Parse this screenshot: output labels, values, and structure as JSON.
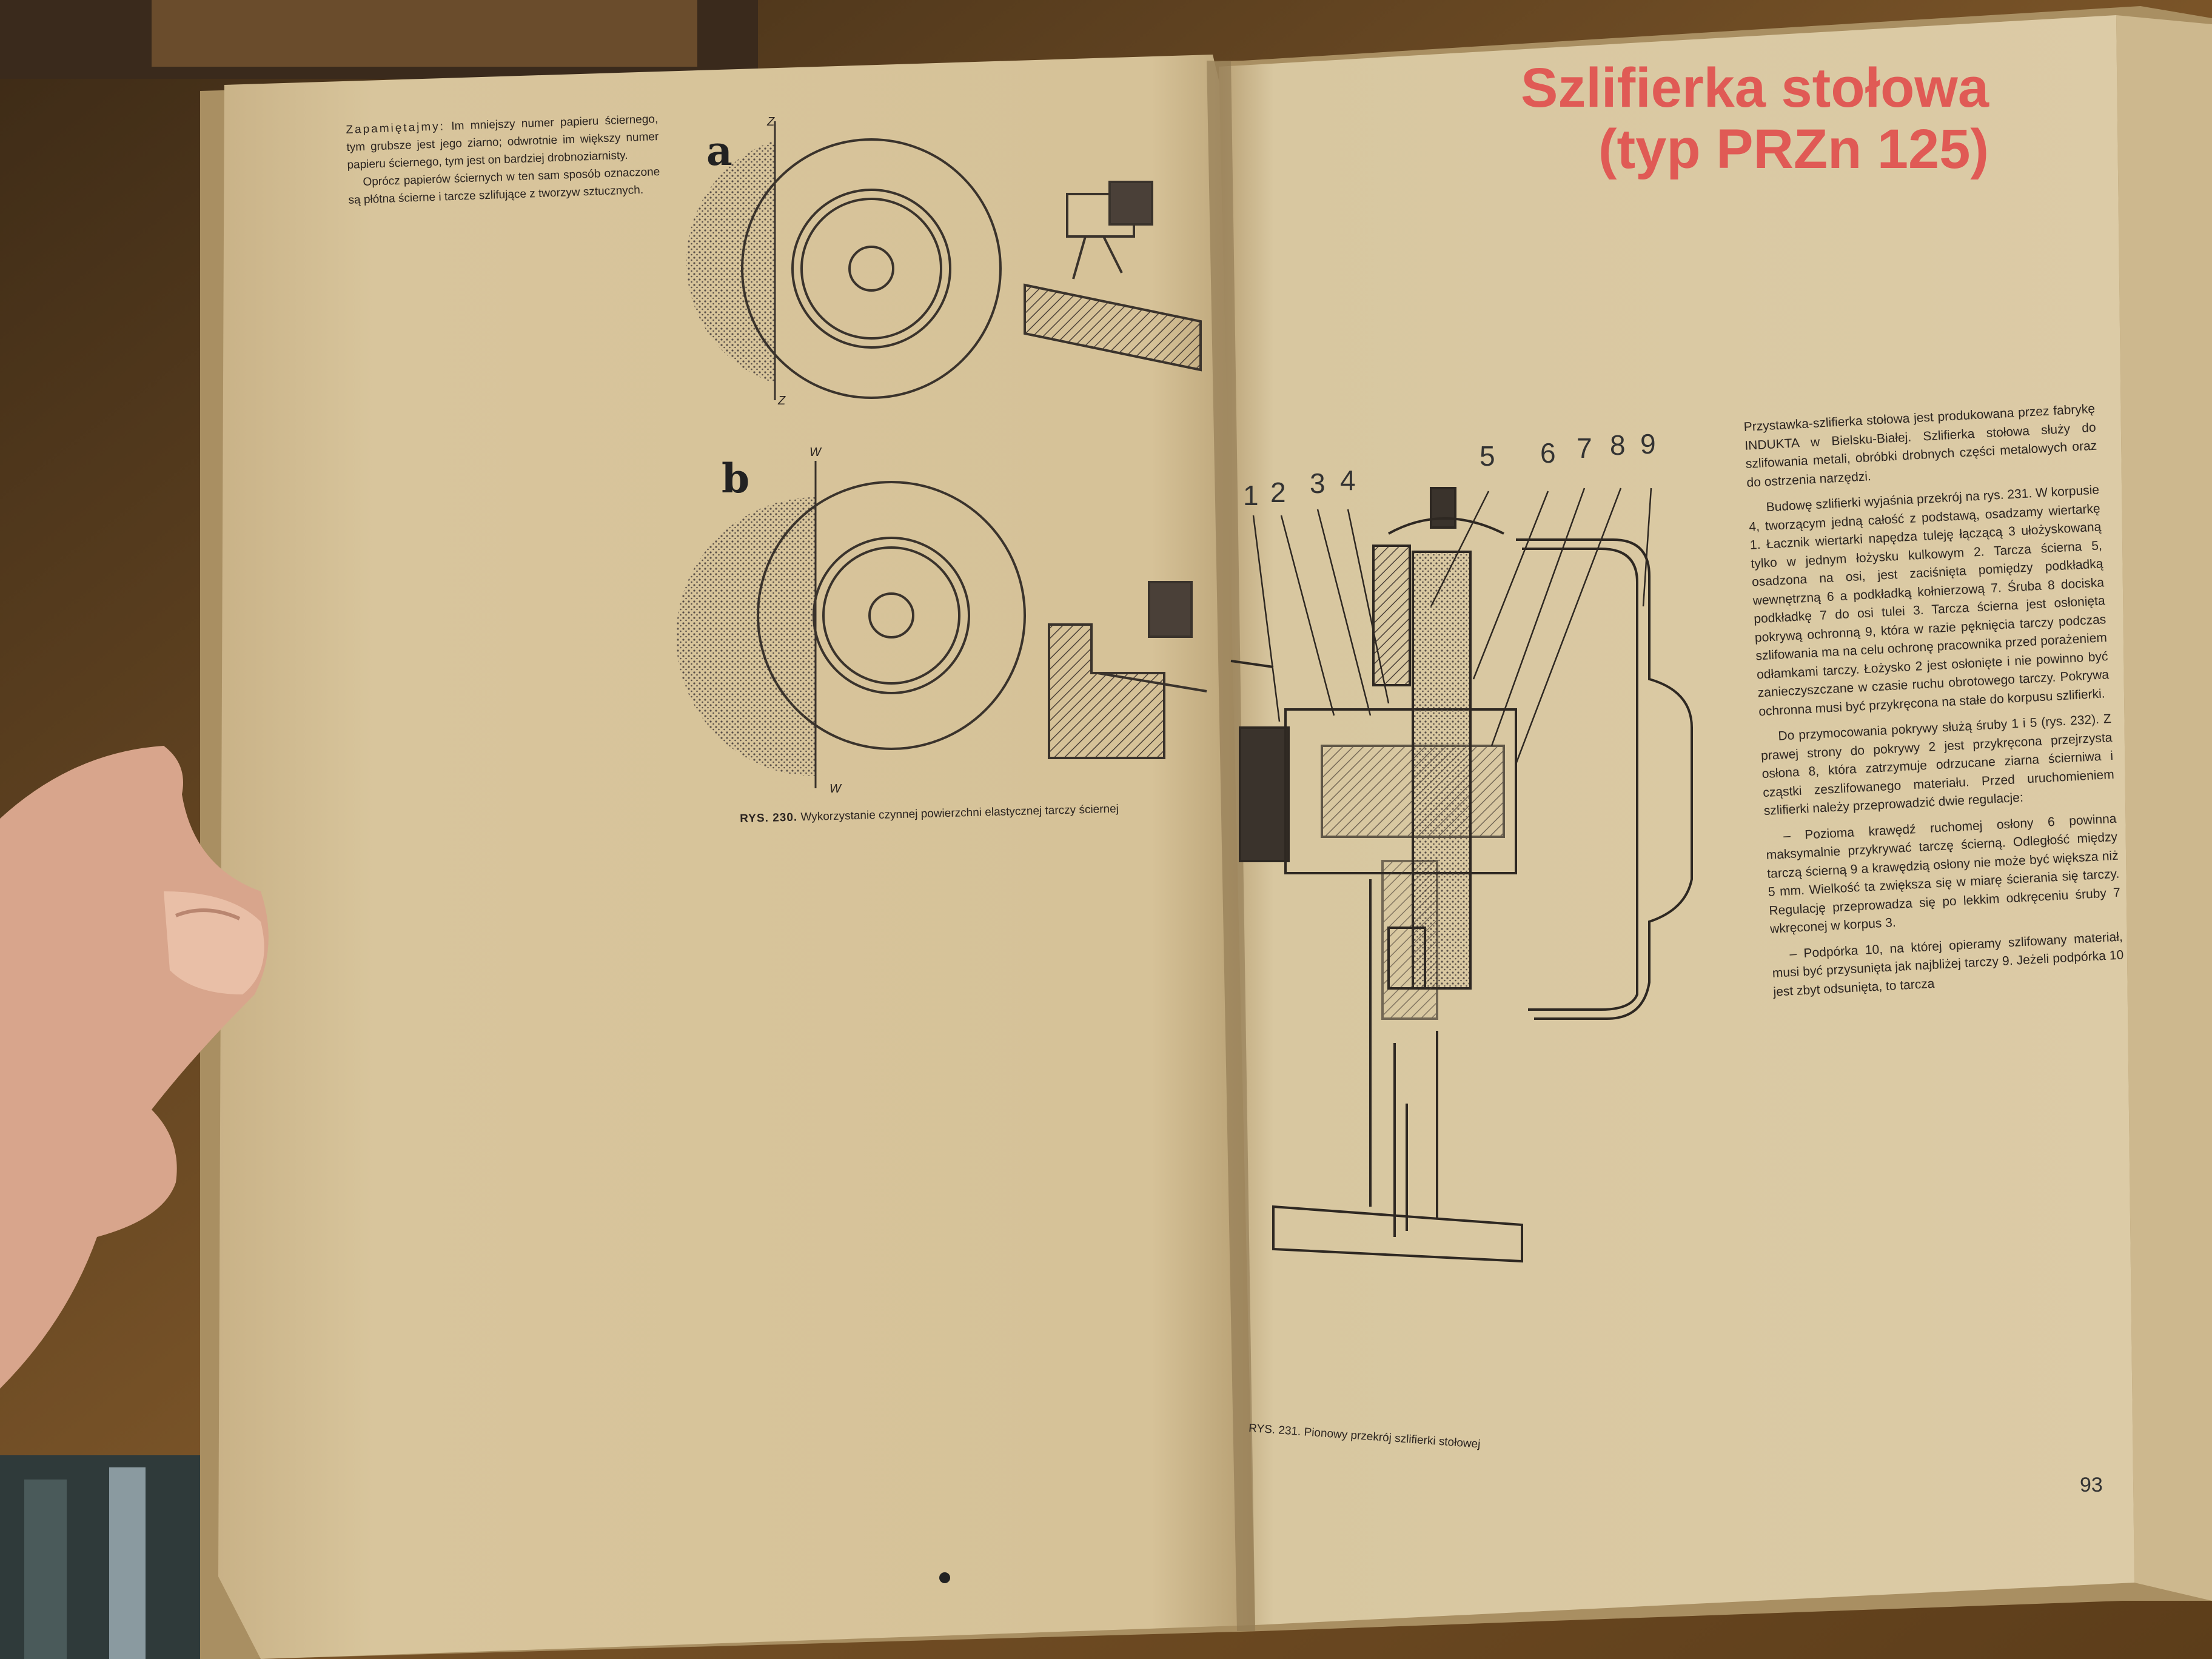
{
  "title": {
    "line1": "Szlifierka stołowa",
    "line2": "(typ PRZn 125)"
  },
  "left_page": {
    "intro_spaced": "Zapamiętajmy:",
    "paragraph1": "Im mniejszy numer papieru ściernego, tym grubsze jest jego ziarno; odwrotnie im większy numer papieru ściernego, tym jest on bardziej drobnoziarnisty.",
    "paragraph2": "Oprócz papierów ściernych w ten sam sposób oznaczone są płótna ścierne i tarcze szlifujące z tworzyw sztucznych.",
    "figure_a": {
      "letter": "a",
      "axis_top": "Z",
      "axis_bottom": "Z"
    },
    "figure_b": {
      "letter": "b",
      "axis_top": "W",
      "axis_bottom": "W"
    },
    "caption_label": "RYS. 230.",
    "caption_text": "Wykorzystanie czynnej powierzchni elastycznej tarczy ściernej"
  },
  "right_page": {
    "part_numbers": [
      "1",
      "2",
      "3",
      "4",
      "5",
      "6",
      "7",
      "8",
      "9"
    ],
    "paragraphs": [
      "Przystawka-szlifierka stołowa jest produkowana przez fabrykę INDUKTA w Bielsku-Białej. Szlifierka stołowa służy do szlifowania metali, obróbki drobnych części metalowych oraz do ostrzenia narzędzi.",
      "Budowę szlifierki wyjaśnia przekrój na rys. 231. W korpusie 4, tworzącym jedną całość z podstawą, osadzamy wiertarkę 1. Łacznik wiertarki napędza tuleję łączącą 3 ułożyskowaną tylko w jednym łożysku kulkowym 2. Tarcza ścierna 5, osadzona na osi, jest zaciśnięta pomiędzy podkładką wewnętrzną 6 a podkładką kołnierzową 7. Śruba 8 dociska podkładkę 7 do osi tulei 3. Tarcza ścierna jest osłonięta pokrywą ochronną 9, która w razie pęknięcia tarczy podczas szlifowania ma na celu ochronę pracownika przed porażeniem odłamkami tarczy. Łożysko 2 jest osłonięte i nie powinno być zanieczyszczane w czasie ruchu obrotowego tarczy. Pokrywa ochronna musi być przykręcona na stałe do korpusu szlifierki.",
      "Do przymocowania pokrywy służą śruby 1 i 5 (rys. 232). Z prawej strony do pokrywy 2 jest przykręcona przejrzysta osłona 8, która zatrzymuje odrzucane ziarna ścierniwa i cząstki zeszlifowanego materiału. Przed uruchomieniem szlifierki należy przeprowadzić dwie regulacje:",
      "– Pozioma krawędź ruchomej osłony 6 powinna maksymalnie przykrywać tarczę ścierną. Odległość między tarczą ścierną 9 a krawędzią osłony nie może być większa niż 5 mm. Wielkość ta zwiększa się w miarę ścierania się tarczy. Regulację przeprowadza się po lekkim odkręceniu śruby 7 wkręconej w korpus 3.",
      "– Podpórka 10, na której opieramy szlifowany materiał, musi być przysunięta jak najbliżej tarczy 9. Jeżeli podpórka 10 jest zbyt odsunięta, to tarcza"
    ],
    "caption": "RYS. 231. Pionowy przekrój szlifierki stołowej",
    "page_number": "93"
  },
  "colors": {
    "title": "#e05a55",
    "paper": "#d9c7a0",
    "ink": "#2b2420",
    "desk": "#6b4a22"
  }
}
